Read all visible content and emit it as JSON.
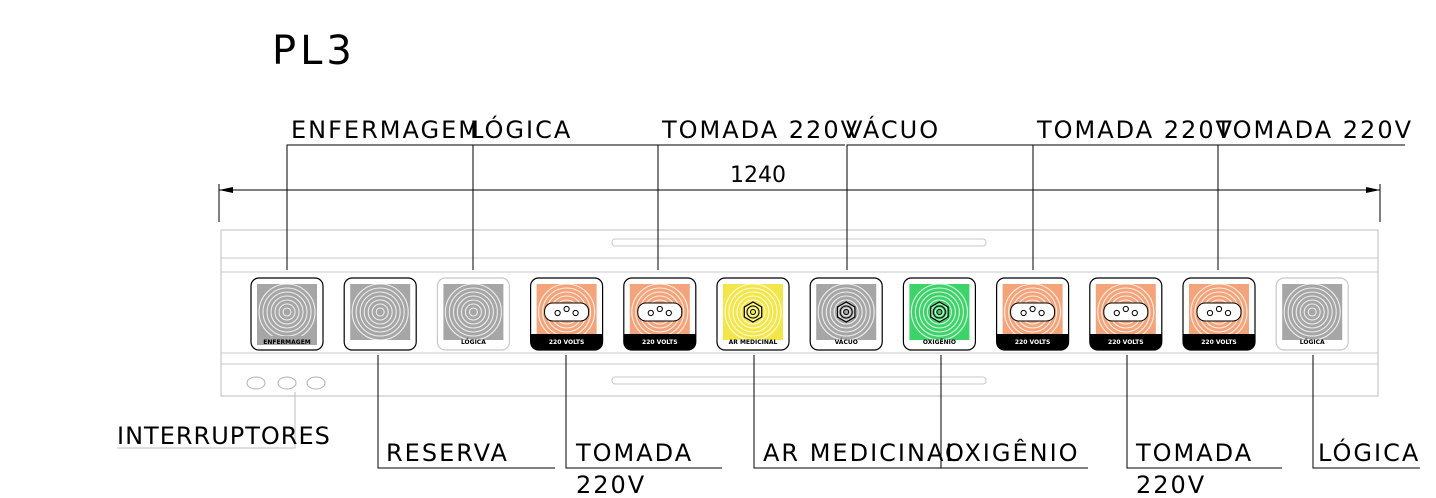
{
  "title": "PL3",
  "dimension": "1240",
  "top_labels": [
    "ENFERMAGEM",
    "LÓGICA",
    "TOMADA 220V",
    "VÁCUO",
    "TOMADA 220V",
    "TOMADA 220V"
  ],
  "bottom_labels": {
    "interruptores": "INTERRUPTORES",
    "reserva": "RESERVA",
    "tomada_1": [
      "TOMADA",
      "220V"
    ],
    "ar_medicinal": "AR MEDICINAL",
    "oxigenio": "OXIGÊNIO",
    "tomada_2": [
      "TOMADA",
      "220V"
    ],
    "logica": "LÓGICA"
  },
  "modules": [
    {
      "type": "blank",
      "caption": "ENFERMAGEM",
      "color": "#a6a6a6"
    },
    {
      "type": "blank",
      "caption": "",
      "color": "#a6a6a6"
    },
    {
      "type": "blank",
      "caption": "LÓGICA",
      "color": "#a6a6a6"
    },
    {
      "type": "outlet",
      "caption": "220 VOLTS",
      "color": "#f4a47a"
    },
    {
      "type": "outlet",
      "caption": "220 VOLTS",
      "color": "#f4a47a"
    },
    {
      "type": "gas",
      "caption": "AR MEDICINAL",
      "color": "#f2e64a"
    },
    {
      "type": "gas",
      "caption": "VÁCUO",
      "color": "#a6a6a6"
    },
    {
      "type": "gas",
      "caption": "OXIGÊNIO",
      "color": "#3ed36a"
    },
    {
      "type": "outlet",
      "caption": "220 VOLTS",
      "color": "#f4a47a"
    },
    {
      "type": "outlet",
      "caption": "220 VOLTS",
      "color": "#f4a47a"
    },
    {
      "type": "outlet",
      "caption": "220 VOLTS",
      "color": "#f4a47a"
    },
    {
      "type": "blank",
      "caption": "LÓGICA",
      "color": "#a6a6a6"
    }
  ]
}
